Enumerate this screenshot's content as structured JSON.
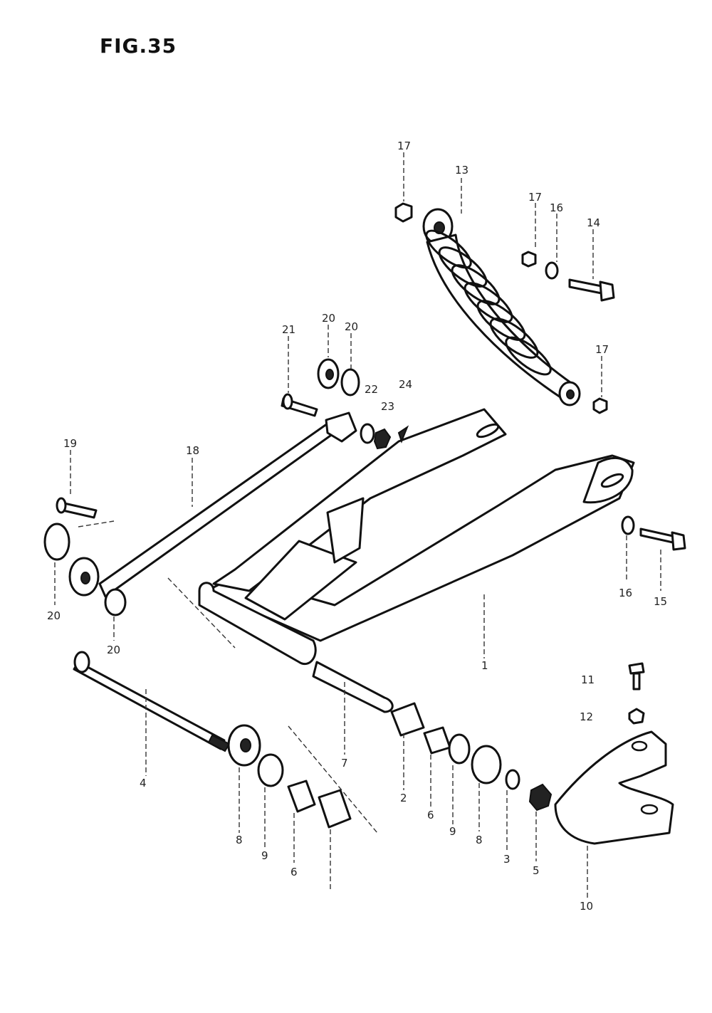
{
  "figure": {
    "title": "FIG.35"
  },
  "callouts": [
    {
      "id": "c17a",
      "text": "17"
    },
    {
      "id": "c13",
      "text": "13"
    },
    {
      "id": "c17b",
      "text": "17"
    },
    {
      "id": "c16a",
      "text": "16"
    },
    {
      "id": "c14",
      "text": "14"
    },
    {
      "id": "c20a",
      "text": "20"
    },
    {
      "id": "c20b",
      "text": "20"
    },
    {
      "id": "c21",
      "text": "21"
    },
    {
      "id": "c22",
      "text": "22"
    },
    {
      "id": "c24",
      "text": "24"
    },
    {
      "id": "c23",
      "text": "23"
    },
    {
      "id": "c17c",
      "text": "17"
    },
    {
      "id": "c19",
      "text": "19"
    },
    {
      "id": "c18",
      "text": "18"
    },
    {
      "id": "c20c",
      "text": "20"
    },
    {
      "id": "c20d",
      "text": "20"
    },
    {
      "id": "c16b",
      "text": "16"
    },
    {
      "id": "c15",
      "text": "15"
    },
    {
      "id": "c1",
      "text": "1"
    },
    {
      "id": "c11",
      "text": "11"
    },
    {
      "id": "c12",
      "text": "12"
    },
    {
      "id": "c4",
      "text": "4"
    },
    {
      "id": "c7",
      "text": "7"
    },
    {
      "id": "c2",
      "text": "2"
    },
    {
      "id": "c6a",
      "text": "6"
    },
    {
      "id": "c9a",
      "text": "9"
    },
    {
      "id": "c8a",
      "text": "8"
    },
    {
      "id": "c8b",
      "text": "8"
    },
    {
      "id": "c9b",
      "text": "9"
    },
    {
      "id": "c6b",
      "text": "6"
    },
    {
      "id": "c3",
      "text": "3"
    },
    {
      "id": "c5",
      "text": "5"
    },
    {
      "id": "c10",
      "text": "10"
    }
  ]
}
